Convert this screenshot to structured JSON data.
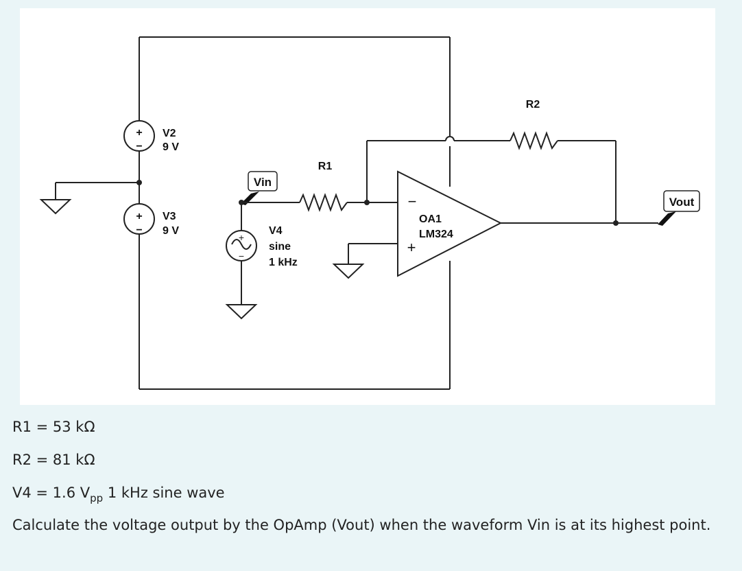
{
  "schematic": {
    "v2": {
      "name": "V2",
      "value": "9 V"
    },
    "v3": {
      "name": "V3",
      "value": "9 V"
    },
    "v4": {
      "name": "V4",
      "type": "sine",
      "freq": "1 kHz"
    },
    "r1": {
      "name": "R1"
    },
    "r2": {
      "name": "R2"
    },
    "opamp": {
      "name": "OA1",
      "model": "LM324",
      "minus": "−",
      "plus": "+"
    },
    "probes": {
      "vin": "Vin",
      "vout": "Vout"
    },
    "symbols": {
      "plus": "+",
      "minus": "−"
    }
  },
  "problem": {
    "r1": "R1 = 53 kΩ",
    "r2": "R2 = 81 kΩ",
    "v4_prefix": "V4 = 1.6 V",
    "v4_sub": "pp",
    "v4_suffix": " 1 kHz sine wave",
    "question": "Calculate the voltage output by the OpAmp (Vout) when the waveform Vin is at its highest point."
  }
}
